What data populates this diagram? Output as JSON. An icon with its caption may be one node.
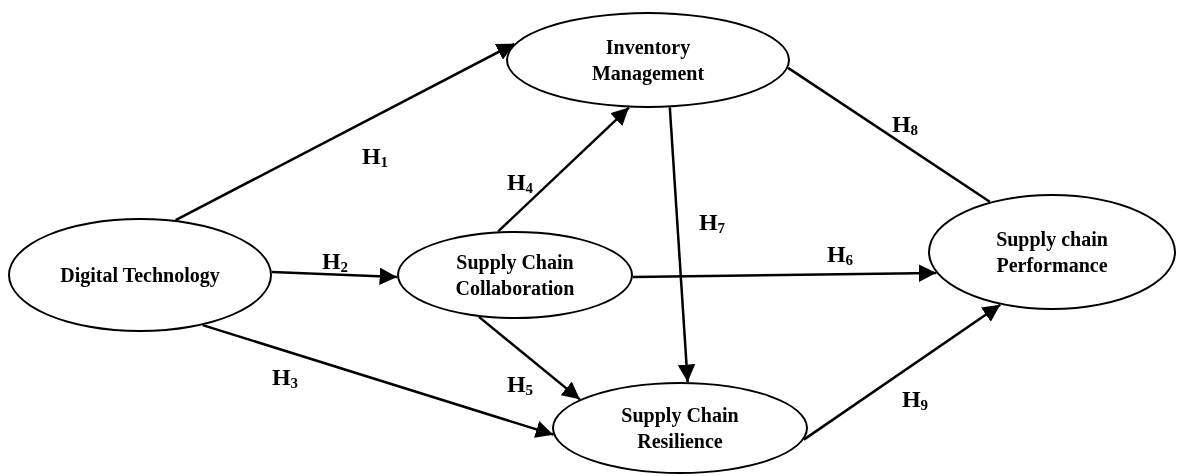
{
  "diagram": {
    "nodes": [
      {
        "text": [
          "Digital Technology"
        ]
      },
      {
        "text": [
          "Inventory Management"
        ]
      },
      {
        "text": [
          "Supply Chain Collaboration"
        ]
      },
      {
        "text": [
          "Supply Chain Resilience"
        ]
      },
      {
        "text": [
          "Supply chain Performance"
        ]
      }
    ],
    "edges": [
      {
        "from": 0,
        "to": 1,
        "arrow": "to",
        "label": "H$_{1}$"
      },
      {
        "from": 0,
        "to": 2,
        "arrow": "to",
        "label": "H$_{2}$"
      },
      {
        "from": 0,
        "to": 3,
        "arrow": "to",
        "label": "H$_{3}$"
      },
      {
        "from": 2,
        "to": 1,
        "arrow": "to",
        "label": "H$_{4}$"
      },
      {
        "from": 2,
        "to": 3,
        "arrow": "to",
        "label": "H$_{5}$"
      },
      {
        "from": 2,
        "to": 4,
        "arrow": "to",
        "label": "H$_{6}$"
      },
      {
        "from": 1,
        "to": 3,
        "arrow": "to",
        "label": "H$_{7}$"
      },
      {
        "from": 1,
        "to": 4,
        "arrow": "none",
        "label": "H$_{8}$"
      },
      {
        "from": 3,
        "to": 4,
        "arrow": "to",
        "label": "H$_{9}$"
      }
    ]
  }
}
